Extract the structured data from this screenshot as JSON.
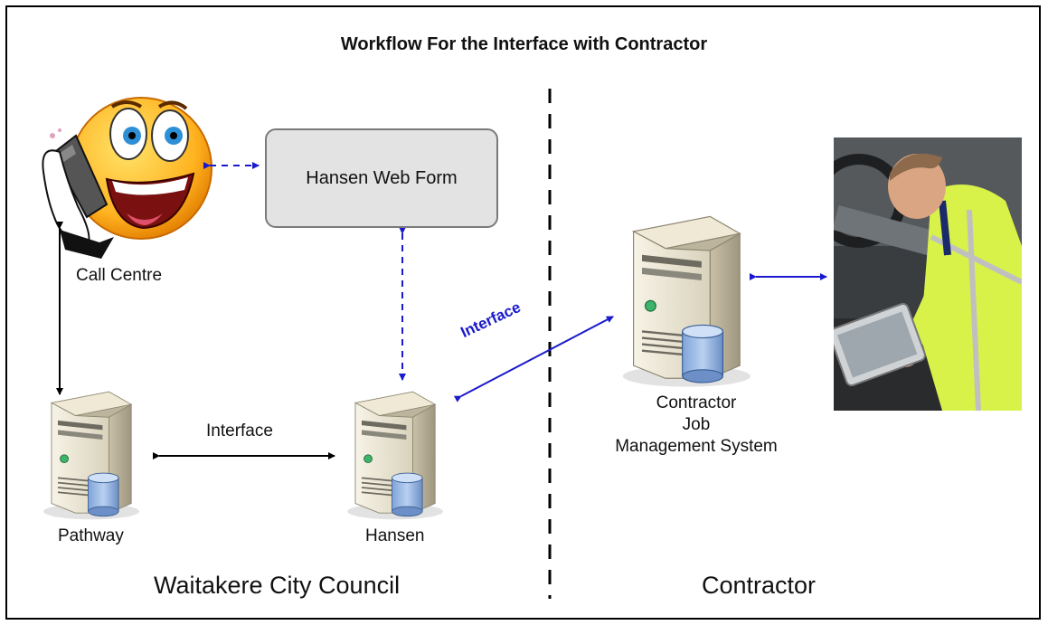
{
  "title": "Workflow For the Interface with Contractor",
  "nodes": {
    "call_centre": {
      "label": "Call Centre",
      "icon": "smiley-phone-icon"
    },
    "web_form": {
      "label": "Hansen Web Form"
    },
    "pathway": {
      "label": "Pathway",
      "icon": "server-database-icon"
    },
    "hansen": {
      "label": "Hansen",
      "icon": "server-database-icon"
    },
    "contractor_system": {
      "label_lines": [
        "Contractor",
        "Job",
        "Management System"
      ],
      "icon": "server-database-icon"
    },
    "field_worker": {
      "icon": "field-worker-tablet-photo"
    }
  },
  "edges": {
    "pathway_hansen": {
      "label": "Interface"
    },
    "hansen_contractor": {
      "label": "Interface",
      "color": "#1a1acc"
    }
  },
  "regions": {
    "council": "Waitakere City Council",
    "contractor": "Contractor"
  },
  "colors": {
    "dashed_arrow": "#1a1acc",
    "solid_arrow": "#000000",
    "webform_fill": "#e3e3e3"
  }
}
